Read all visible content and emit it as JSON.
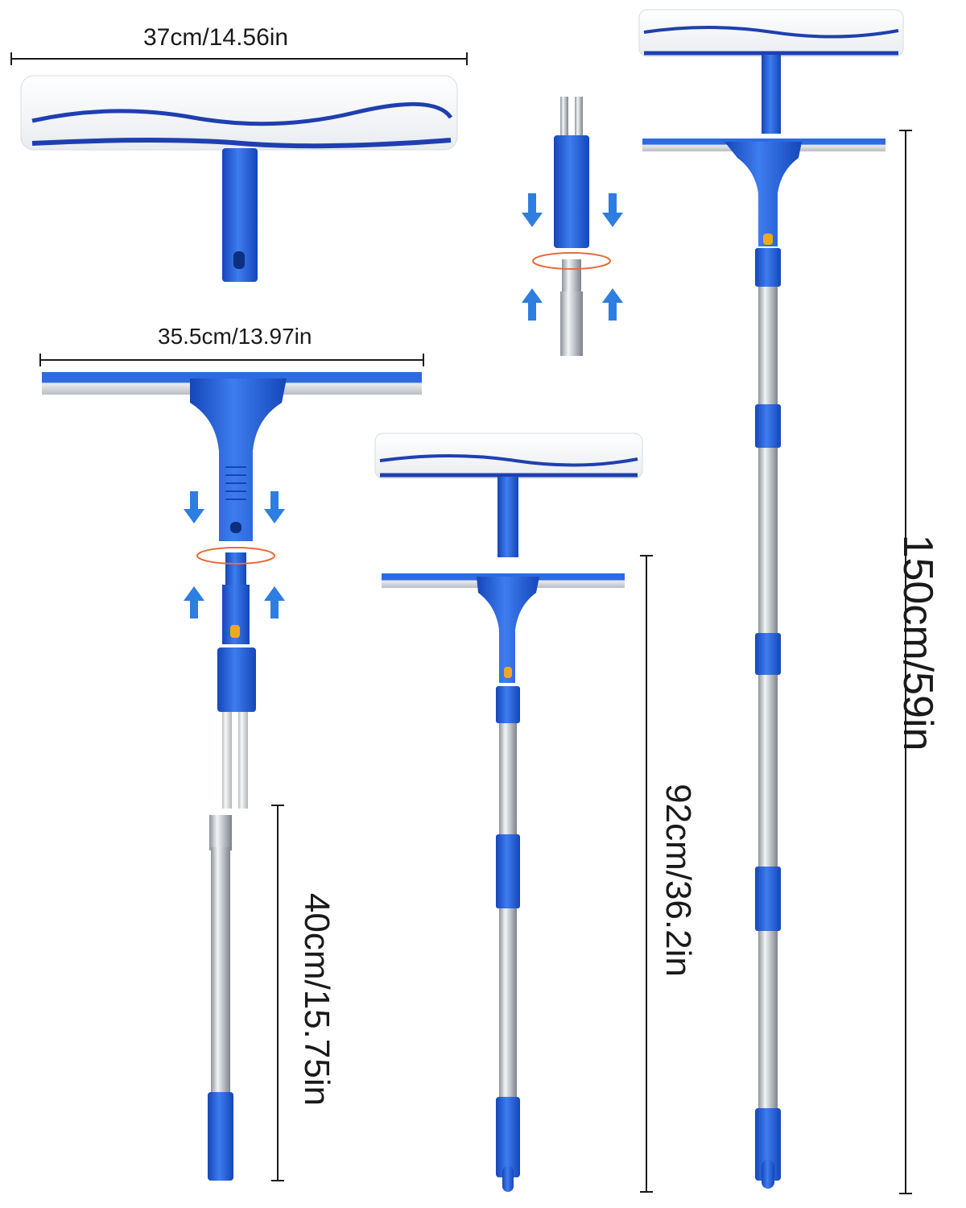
{
  "dimensions": {
    "scrubber_width": "37cm/14.56in",
    "squeegee_width": "35.5cm/13.97in",
    "pole_short": "40cm/15.75in",
    "pole_medium": "92cm/36.2in",
    "pole_long": "150cm/59in"
  },
  "colors": {
    "accent": "#1f5fd6",
    "arrow": "#2e7de0",
    "rotate": "#e86a3a",
    "steel": "#c8ccd0"
  },
  "icons": [
    "arrow-down-icon",
    "arrow-up-icon",
    "rotate-icon"
  ]
}
